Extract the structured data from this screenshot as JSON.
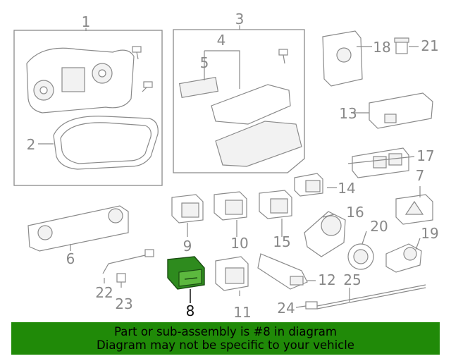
{
  "diagram": {
    "callouts": [
      {
        "id": "c1",
        "text": "1"
      },
      {
        "id": "c2",
        "text": "2"
      },
      {
        "id": "c3",
        "text": "3"
      },
      {
        "id": "c4",
        "text": "4"
      },
      {
        "id": "c5",
        "text": "5"
      },
      {
        "id": "c6",
        "text": "6"
      },
      {
        "id": "c7",
        "text": "7"
      },
      {
        "id": "c8",
        "text": "8"
      },
      {
        "id": "c9",
        "text": "9"
      },
      {
        "id": "c10",
        "text": "10"
      },
      {
        "id": "c11",
        "text": "11"
      },
      {
        "id": "c12",
        "text": "12"
      },
      {
        "id": "c13",
        "text": "13"
      },
      {
        "id": "c14",
        "text": "14"
      },
      {
        "id": "c15",
        "text": "15"
      },
      {
        "id": "c16",
        "text": "16"
      },
      {
        "id": "c17",
        "text": "17"
      },
      {
        "id": "c18",
        "text": "18"
      },
      {
        "id": "c19",
        "text": "19"
      },
      {
        "id": "c20",
        "text": "20"
      },
      {
        "id": "c21",
        "text": "21"
      },
      {
        "id": "c22",
        "text": "22"
      },
      {
        "id": "c23",
        "text": "23"
      },
      {
        "id": "c24",
        "text": "24"
      },
      {
        "id": "c25",
        "text": "25"
      }
    ],
    "highlighted_part": "8",
    "highlight_color": "#2e8b1e"
  },
  "banner": {
    "line1": "Part or sub-assembly is #8 in diagram",
    "line2": "Diagram may not be specific to your vehicle",
    "background": "#208a08"
  }
}
